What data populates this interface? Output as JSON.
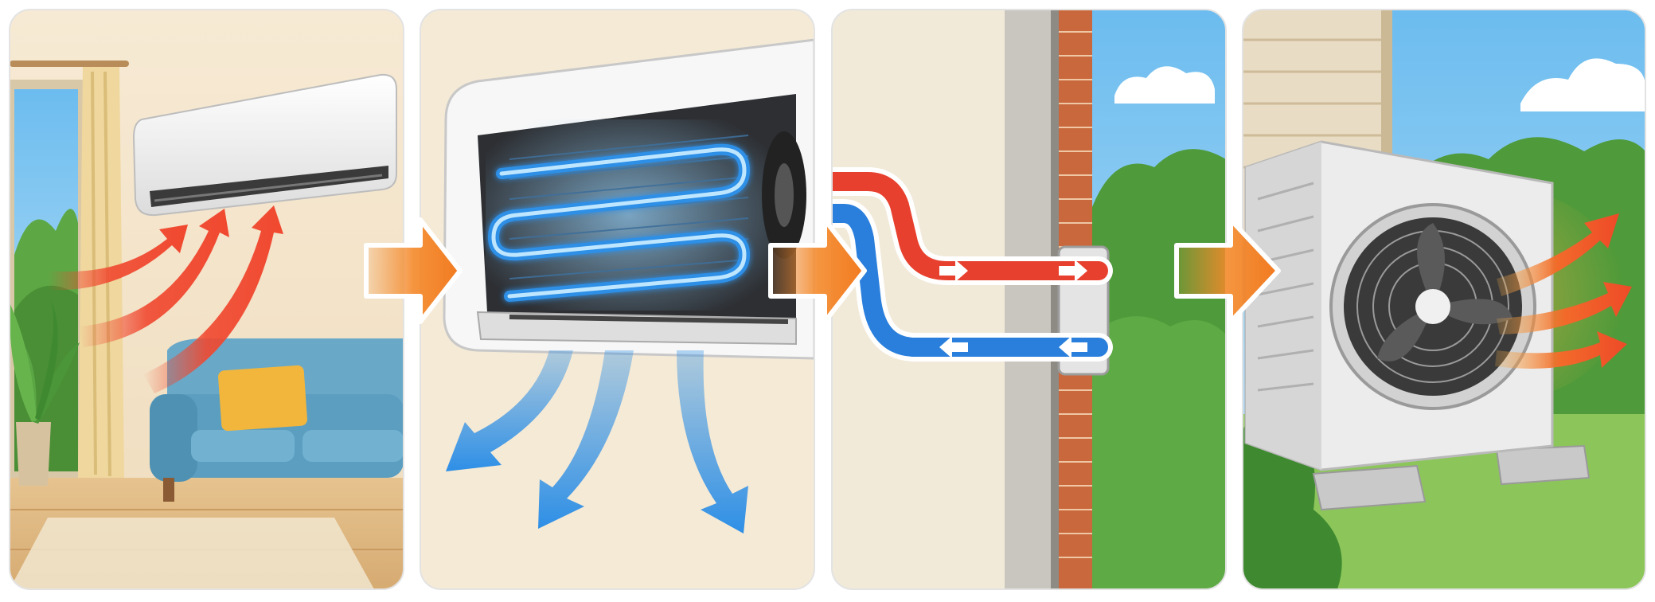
{
  "diagram": {
    "panels": [
      {
        "id": "room",
        "label": ""
      },
      {
        "id": "indoor-coil",
        "label": ""
      },
      {
        "id": "refrigerant-lines",
        "label": ""
      },
      {
        "id": "outdoor-unit",
        "label": ""
      }
    ],
    "colors": {
      "warm_air": "#f0482f",
      "cool_air": "#2e8fe6",
      "flow_arrow": "#f4892a",
      "hot_line": "#e8402e",
      "cold_line": "#2a7fdc",
      "coil_glow": "#3aa8ff",
      "sofa": "#5b9ec0",
      "pillow": "#f2b63c",
      "brick": "#c9683c",
      "sky": "#8fcff4",
      "foliage": "#4f9a3a",
      "grass": "#8cc65a"
    },
    "icons": {
      "flow_arrows": "chevron-right-arrow",
      "line_direction": "small-arrow"
    }
  }
}
